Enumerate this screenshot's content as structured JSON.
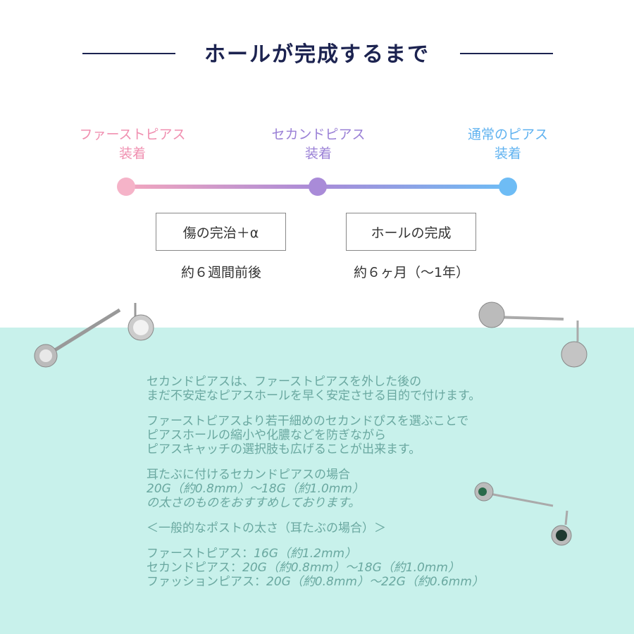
{
  "title": "ホールが完成するまで",
  "stages": [
    {
      "line1": "ファーストピアス",
      "line2": "装着",
      "color": "#f08fb0"
    },
    {
      "line1": "セカンドピアス",
      "line2": "装着",
      "color": "#9a80d6"
    },
    {
      "line1": "通常のピアス",
      "line2": "装着",
      "color": "#5fb2f0"
    }
  ],
  "phases": [
    {
      "label": "傷の完治＋α",
      "duration": "約６週間前後"
    },
    {
      "label": "ホールの完成",
      "duration": "約６ヶ月（〜1年）"
    }
  ],
  "body": {
    "p1": [
      "セカンドピアスは、ファーストピアスを外した後の",
      "まだ不安定なピアスホールを早く安定させる目的で付けます。"
    ],
    "p2": [
      "ファーストピアスより若干細めのセカンドぴスを選ぶことで",
      "ピアスホールの縮小や化膿などを防ぎながら",
      "ピアスキャッチの選択肢も広げることが出来ます。"
    ],
    "p3": [
      "耳たぶに付けるセカンドピアスの場合",
      "20G（約0.8mm）〜18G（約1.0mm）",
      "の太さのものをおすすめしております。"
    ],
    "p4": "＜一般的なポストの太さ（耳たぶの場合）＞",
    "sizes": [
      {
        "label": "ファーストピアス：",
        "value": "16G（約1.2mm）"
      },
      {
        "label": "セカンドピアス：",
        "value": "20G（約0.8mm）〜18G（約1.0mm）"
      },
      {
        "label": "ファッションピアス：",
        "value": "20G（約0.8mm）〜22G（約0.6mm）"
      }
    ]
  }
}
